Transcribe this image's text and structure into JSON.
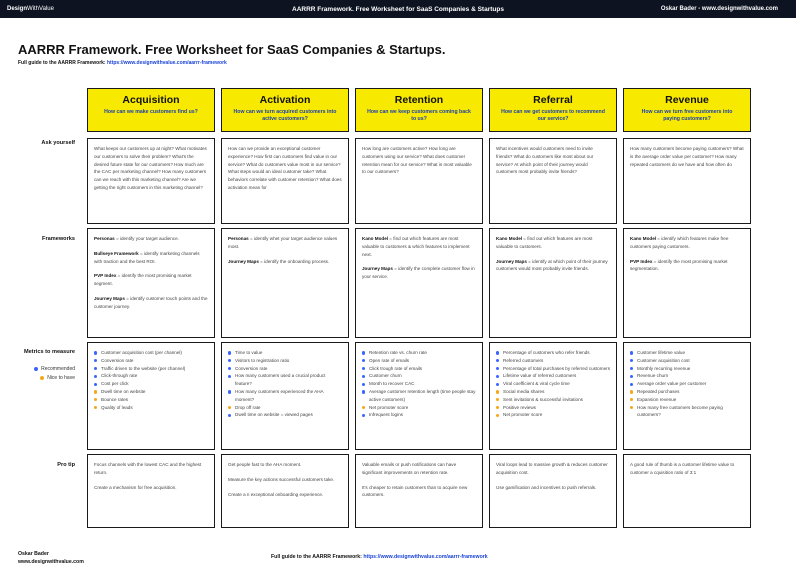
{
  "topbar": {
    "brand_a": "Design",
    "brand_b": "WithValue",
    "center": "AARRR Framework. Free Worksheet for SaaS Companies & Startups",
    "right": "Oskar Bader - www.designwithvalue.com"
  },
  "title": "AARRR Framework. Free Worksheet for SaaS Companies & Startups.",
  "subtitle_prefix": "Full guide to the AARRR Framework: ",
  "subtitle_link": "https://www.designwithvalue.com/aarrr-framework",
  "row_labels": {
    "ask": "Ask yourself",
    "frameworks": "Frameworks",
    "metrics": "Metrics to measure",
    "protip": "Pro tip"
  },
  "legend": {
    "recommended": "Recommended",
    "nice": "Nice to have"
  },
  "colors": {
    "yellow": "#f7ea00",
    "blue_dot": "#3a66ff",
    "orange_dot": "#f6a81a",
    "link": "#1a44d8"
  },
  "columns": [
    {
      "title": "Acquisition",
      "question": "How can we make customers find us?",
      "ask": "What keeps our customers up at night? What motivates our customers to solve their problem? What's the desired future state for our customers? How much are the CAC per marketing channel? How many customers can we reach with this marketing channel? Are we getting the right customers in this marketing channel?",
      "frameworks": [
        {
          "name": "Personas",
          "text": " = identify your target audience."
        },
        {
          "name": "Bullseye Framework",
          "text": " = identify marketing channels with traction and the best ROI."
        },
        {
          "name": "PVP Index",
          "text": " = identify the most promising market segment."
        },
        {
          "name": "Journey Maps",
          "text": " = identify customer touch points and the customer journey."
        }
      ],
      "metrics": [
        {
          "text": "Customer acquisition cost (per channel)",
          "kind": "blue"
        },
        {
          "text": "Conversion rate",
          "kind": "blue"
        },
        {
          "text": "Traffic driven to the website (per channel)",
          "kind": "blue"
        },
        {
          "text": "Click-through rate",
          "kind": "blue"
        },
        {
          "text": "Cost per click",
          "kind": "blue"
        },
        {
          "text": "Dwell time on website",
          "kind": "orange"
        },
        {
          "text": "Bounce rates",
          "kind": "orange"
        },
        {
          "text": "Quality of leads",
          "kind": "orange"
        }
      ],
      "tips": [
        "Focus channels with the lowest CAC and the highest return.",
        "Create a mechanism for free acquisition."
      ]
    },
    {
      "title": "Activation",
      "question": "How can we turn acquired customers into active customers?",
      "ask": "How can we provide an exceptional customer experience? How first can customers find value in our service? What do customers value most in our service? What steps would an ideal customer take? What behaviors correlate with customer retention? What does activation mean for",
      "frameworks": [
        {
          "name": "Personas",
          "text": " = identify whet your target audience values most."
        },
        {
          "name": "Journey Maps",
          "text": " = identify the onboarding process."
        }
      ],
      "metrics": [
        {
          "text": "Time to value",
          "kind": "blue"
        },
        {
          "text": "Visitors to registration ratio",
          "kind": "blue"
        },
        {
          "text": "Conversion rate",
          "kind": "blue"
        },
        {
          "text": "How many customers used a crucial product feature?",
          "kind": "blue"
        },
        {
          "text": "How many customers experienced the AHA moment?",
          "kind": "blue"
        },
        {
          "text": "Drop off rate",
          "kind": "orange"
        },
        {
          "text": "Dwell time on website = viewed pages",
          "kind": "blue"
        }
      ],
      "tips": [
        "Get people fast to the AHA moment.",
        "Measure the key actions successful customers take.",
        "Create a n exceptional onboarding experience."
      ]
    },
    {
      "title": "Retention",
      "question": "How can we keep customers coming back to us?",
      "ask": "How long are customers active? How long are customers using our service? What does customer retention mean for our service? What is most valuable to our customers?",
      "frameworks": [
        {
          "name": "Kano Model",
          "text": " = find out which features are most valuable to customers & which features to implement next."
        },
        {
          "name": "Journey Maps",
          "text": " = identify the complete customer flow in your service."
        }
      ],
      "metrics": [
        {
          "text": "Retention rate vs. churn rate",
          "kind": "blue"
        },
        {
          "text": "Open rate of emails",
          "kind": "blue"
        },
        {
          "text": "Click trough rate of emails",
          "kind": "blue"
        },
        {
          "text": "Customer churn",
          "kind": "blue"
        },
        {
          "text": "Month to recover CAC",
          "kind": "blue"
        },
        {
          "text": "Average customer retention length (time people stay active customers)",
          "kind": "blue"
        },
        {
          "text": "Net promoter score",
          "kind": "orange"
        },
        {
          "text": "Infrequent logins",
          "kind": "blue"
        }
      ],
      "tips": [
        "Valuable emails or push notifications can have significant improvements on retention rate.",
        "It's cheaper to retain customers than to acquire new customers."
      ]
    },
    {
      "title": "Referral",
      "question": "How can we get customers to recommend our service?",
      "ask": "What incentives would customers need to invite friends? What do customers like most about our service? At which point of their journey would customers most probably invite friends?",
      "frameworks": [
        {
          "name": "Kano Model",
          "text": " = find out which features are most valuable to customers."
        },
        {
          "name": "Journey Maps",
          "text": " = identify at which point of their journey customers would most probably invite friends."
        }
      ],
      "metrics": [
        {
          "text": "Percentage of customers who refer friends",
          "kind": "blue"
        },
        {
          "text": "Referred customers",
          "kind": "blue"
        },
        {
          "text": "Percentage of total purchases by referred customers",
          "kind": "blue"
        },
        {
          "text": "Lifetime value of referred customers",
          "kind": "blue"
        },
        {
          "text": "Viral coefficient & viral cycle time",
          "kind": "blue"
        },
        {
          "text": "Social media shares",
          "kind": "orange"
        },
        {
          "text": "Sent invitations & successful invitations",
          "kind": "orange"
        },
        {
          "text": "Positive reviews",
          "kind": "orange"
        },
        {
          "text": "Net promoter score",
          "kind": "orange"
        }
      ],
      "tips": [
        "Viral loops lead to massive growth & reduces customer acquisition cost.",
        "Use gamification and incentives to push referrals."
      ]
    },
    {
      "title": "Revenue",
      "question": "How can we turn free customers into paying customers?",
      "ask": "How many customers become paying customers? What is the average order value per customer? How many repeated customers do we have and how often do",
      "frameworks": [
        {
          "name": "Kano Model",
          "text": " =  identify which features make free customers paying customers."
        },
        {
          "name": "PVP Index",
          "text": " = identify the most promising market segmentation."
        }
      ],
      "metrics": [
        {
          "text": "Customer lifetime value",
          "kind": "blue"
        },
        {
          "text": "Customer acquisition cost",
          "kind": "blue"
        },
        {
          "text": "Monthly recurring revenue",
          "kind": "blue"
        },
        {
          "text": "Revenue churn",
          "kind": "blue"
        },
        {
          "text": "Average order value per customer",
          "kind": "blue"
        },
        {
          "text": "Repeated purchases",
          "kind": "orange"
        },
        {
          "text": "Expansion revenue",
          "kind": "orange"
        },
        {
          "text": "How many free customers become paying customers?",
          "kind": "orange"
        }
      ],
      "tips": [
        "A good rule of thumb is a customer lifetime value to customer a cquisition ratio of 3:1"
      ]
    }
  ],
  "footer": {
    "name": "Oskar Bader",
    "site": "www.designwithvalue.com",
    "guide_prefix": "Full guide to the AARRR Framework: ",
    "guide_link": "https://www.designwithvalue.com/aarrr-framework"
  }
}
